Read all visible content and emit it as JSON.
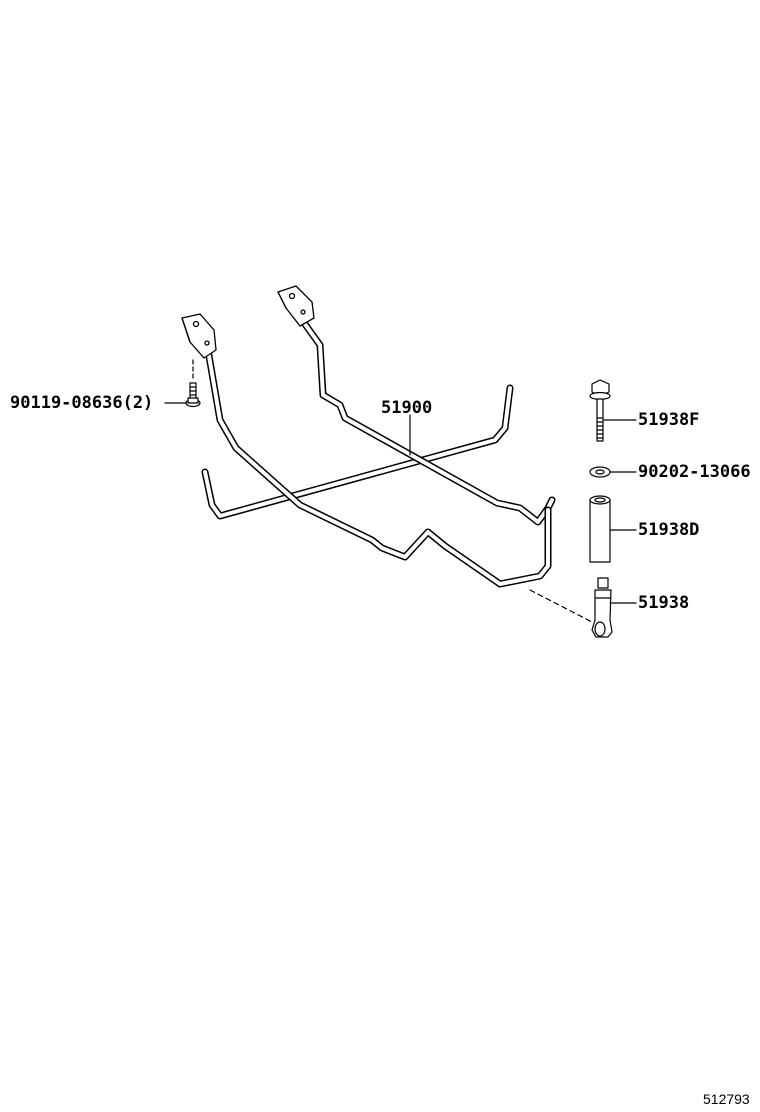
{
  "callouts": {
    "bolt_left": "90119-08636(2)",
    "frame": "51900",
    "bolt_right": "51938F",
    "washer": "90202-13066",
    "spacer": "51938D",
    "hanger": "51938"
  },
  "figure_id": "512793"
}
